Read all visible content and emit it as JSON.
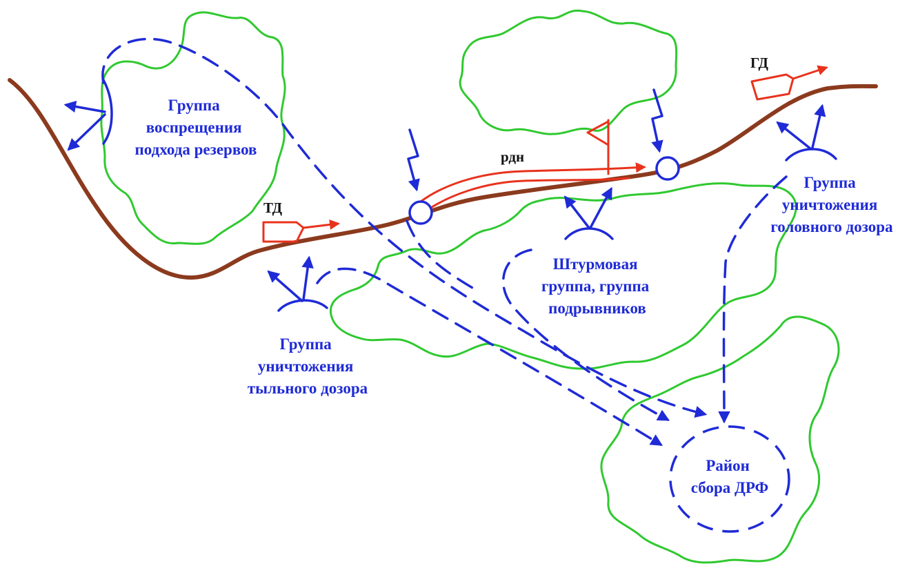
{
  "labels": {
    "reserve_denial_group": [
      "Группа",
      "воспрещения",
      "подхода резервов"
    ],
    "assault_group": [
      "Штурмовая",
      "группа, группа",
      "подрывников"
    ],
    "head_patrol_group": [
      "Группа",
      "уничтожения",
      "головного дозора"
    ],
    "rear_patrol_group": [
      "Группа",
      "уничтожения",
      "тыльного дозора"
    ],
    "assembly_area": [
      "Район",
      "сбора ДРФ"
    ],
    "rear_patrol": "ТД",
    "head_patrol": "ГД",
    "column": "рдн"
  },
  "colors": {
    "road": "#8b3a1e",
    "forest": "#2fc92f",
    "own_forces": "#1f2bd6",
    "enemy": "#e8321c"
  },
  "icons": [
    "ambush-group-symbol",
    "mine-symbol",
    "flag-symbol",
    "vehicle-symbol",
    "arrow-icon"
  ]
}
